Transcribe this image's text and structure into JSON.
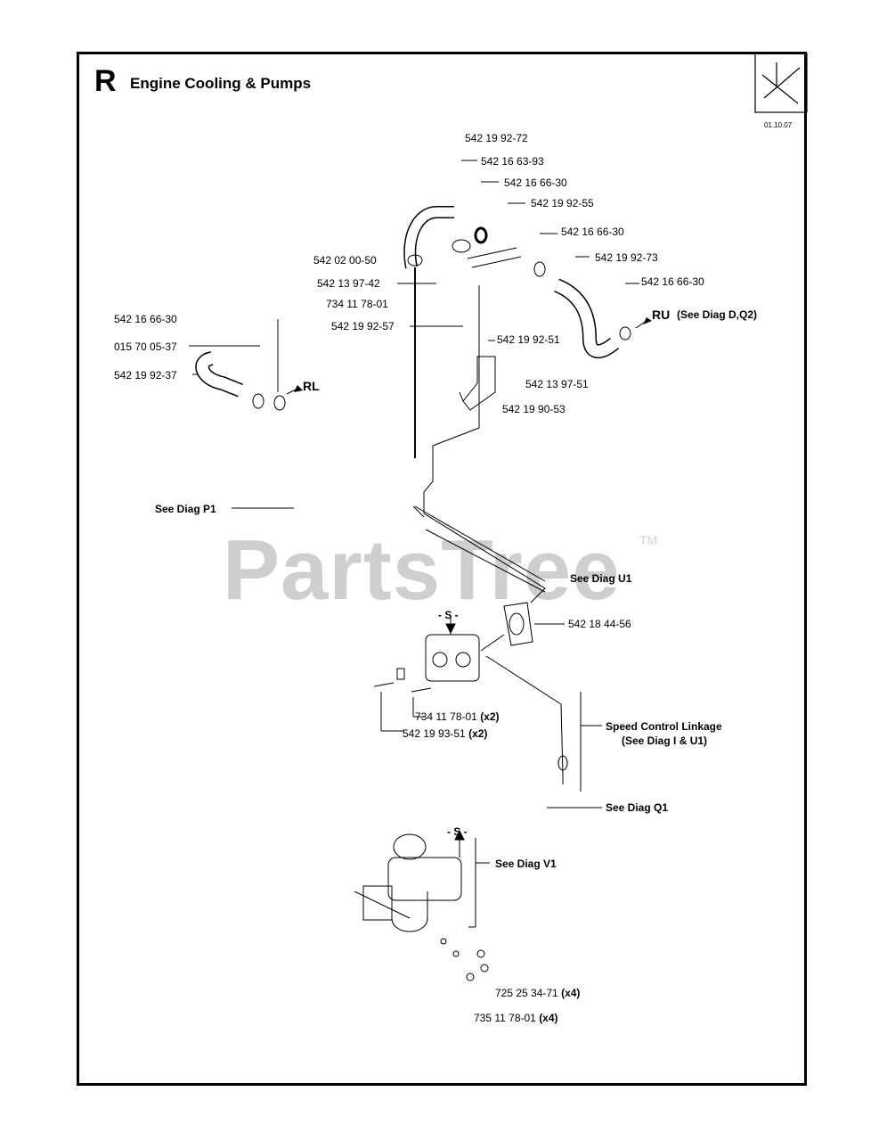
{
  "header": {
    "section_letter": "R",
    "title": "Engine Cooling & Pumps",
    "date": "01.10.07"
  },
  "watermark": {
    "text": "PartsTree",
    "trademark": "TM"
  },
  "parts": {
    "p1": "542 19 92-72",
    "p2": "542 16 63-93",
    "p3": "542 16 66-30",
    "p4": "542 19 92-55",
    "p5": "542 16 66-30",
    "p6": "542 19 92-73",
    "p7": "542 16 66-30",
    "p8": "542 02 00-50",
    "p9": "542 13 97-42",
    "p10": "734 11 78-01",
    "p11": "542 19 92-57",
    "p12": "542 19 92-51",
    "p13": "542 13 97-51",
    "p14": "542 19 90-53",
    "p15": "542 16 66-30",
    "p16": "015 70 05-37",
    "p17": "542 19 92-37",
    "p18": "542 18 44-56",
    "p19": "734 11 78-01",
    "p20": "542 19 93-51",
    "p21": "725 25 34-71",
    "p22": "735 11 78-01"
  },
  "qty": {
    "x2a": "(x2)",
    "x2b": "(x2)",
    "x4a": "(x4)",
    "x4b": "(x4)"
  },
  "refs": {
    "ru": "RU",
    "ru_note": "(See Diag D,Q2)",
    "rl": "RL",
    "diag_p1": "See Diag P1",
    "diag_u1": "See Diag U1",
    "s_top": "- S -",
    "s_bottom": "- S -",
    "speed_line1": "Speed Control Linkage",
    "speed_line2": "(See Diag I & U1)",
    "diag_q1": "See Diag Q1",
    "diag_v1": "See Diag V1"
  }
}
